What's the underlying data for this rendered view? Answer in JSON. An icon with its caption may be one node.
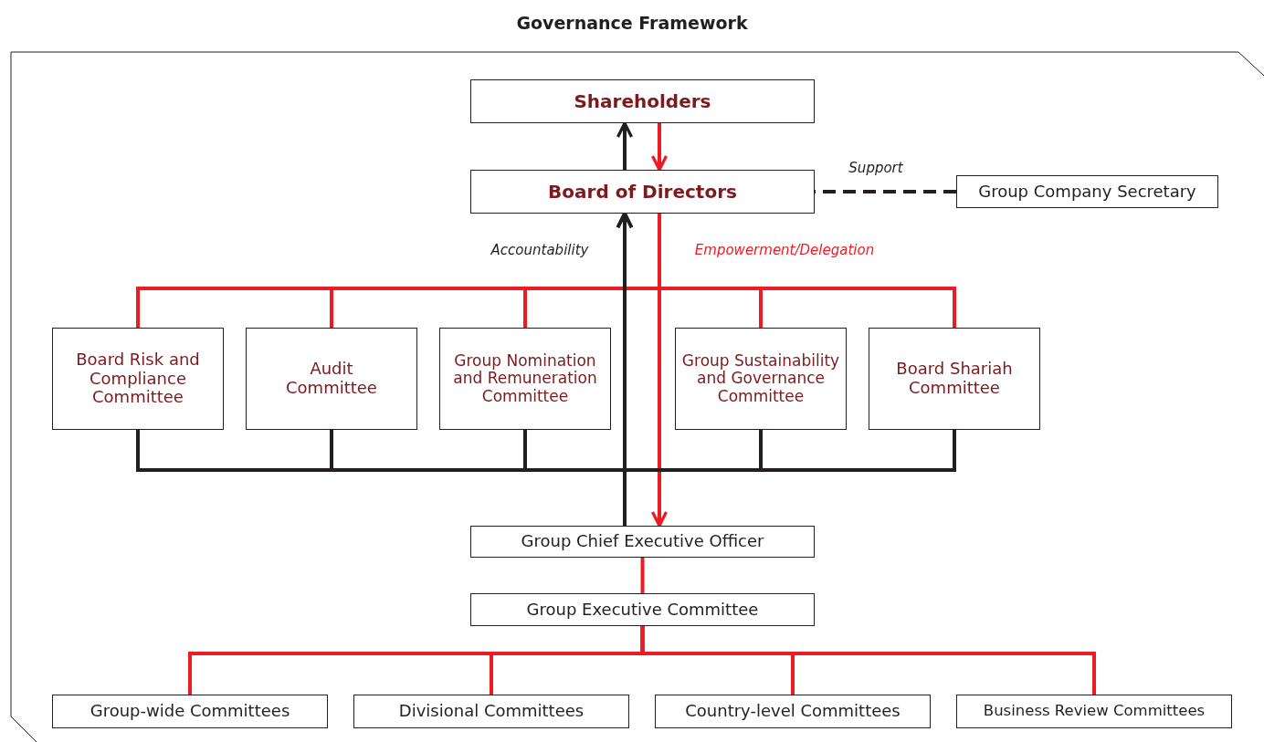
{
  "diagram": {
    "title": "Governance Framework",
    "nodes": [
      {
        "text": [
          "Shareholders"
        ]
      },
      {
        "text": [
          "Board of Directors"
        ]
      },
      {
        "text": [
          "Group Company Secretary"
        ]
      },
      {
        "text": [
          "Board Risk and Compliance Committee"
        ]
      },
      {
        "text": [
          "Audit Committee"
        ]
      },
      {
        "text": [
          "Group Nomination and Remuneration Committee"
        ]
      },
      {
        "text": [
          "Group Sustainability and Governance Committee"
        ]
      },
      {
        "text": [
          "Board Shariah Committee"
        ]
      },
      {
        "text": [
          "Group Chief Executive Officer"
        ]
      },
      {
        "text": [
          "Group Executive Committee"
        ]
      },
      {
        "text": [
          "Group-wide Committees"
        ]
      },
      {
        "text": [
          "Divisional Committees"
        ]
      },
      {
        "text": [
          "Country-level Committees"
        ]
      },
      {
        "text": [
          "Business Review Committees"
        ]
      }
    ],
    "edges": [
      {
        "from": 1,
        "to": 0,
        "arrow": "to",
        "color": "#231f20"
      },
      {
        "from": 0,
        "to": 1,
        "arrow": "to"
      },
      {
        "from": 2,
        "to": 1,
        "arrow": "none",
        "label": "Support",
        "style": "dashed",
        "color": "#231f20"
      },
      {
        "from": 8,
        "to": 1,
        "arrow": "to",
        "label": "Accountability",
        "color": "#231f20"
      },
      {
        "from": 1,
        "to": 8,
        "arrow": "to",
        "label": "Empowerment/Delegation"
      },
      {
        "from": 1,
        "to": 3,
        "arrow": "none"
      },
      {
        "from": 1,
        "to": 4,
        "arrow": "none"
      },
      {
        "from": 1,
        "to": 5,
        "arrow": "none"
      },
      {
        "from": 1,
        "to": 6,
        "arrow": "none"
      },
      {
        "from": 1,
        "to": 7,
        "arrow": "none"
      },
      {
        "from": 3,
        "to": 1,
        "arrow": "to",
        "color": "#231f20"
      },
      {
        "from": 4,
        "to": 1,
        "arrow": "to",
        "color": "#231f20"
      },
      {
        "from": 5,
        "to": 1,
        "arrow": "to",
        "color": "#231f20"
      },
      {
        "from": 6,
        "to": 1,
        "arrow": "to",
        "color": "#231f20"
      },
      {
        "from": 7,
        "to": 1,
        "arrow": "to",
        "color": "#231f20"
      },
      {
        "from": 8,
        "to": 9,
        "arrow": "none"
      },
      {
        "from": 9,
        "to": 10,
        "arrow": "none"
      },
      {
        "from": 9,
        "to": 11,
        "arrow": "none"
      },
      {
        "from": 9,
        "to": 12,
        "arrow": "none"
      },
      {
        "from": 9,
        "to": 13,
        "arrow": "none"
      }
    ]
  }
}
